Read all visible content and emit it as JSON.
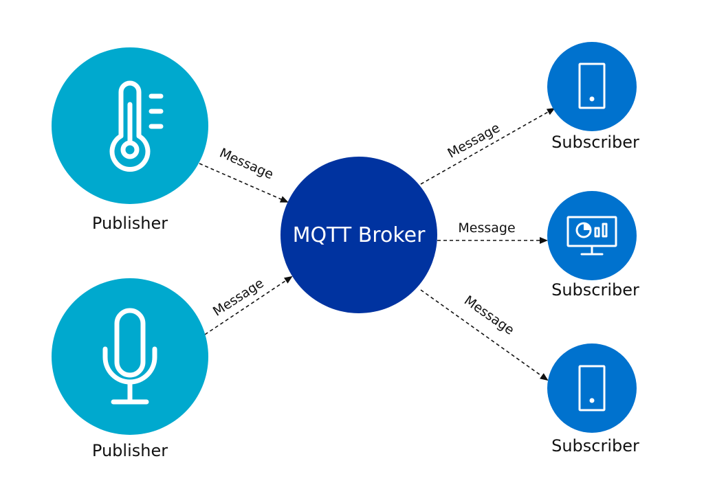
{
  "broker": {
    "label": "MQTT Broker",
    "color": "#0033a0"
  },
  "publishers": [
    {
      "label": "Publisher",
      "icon": "thermometer-icon",
      "color": "#00a9ce"
    },
    {
      "label": "Publisher",
      "icon": "microphone-icon",
      "color": "#00a9ce"
    }
  ],
  "subscribers": [
    {
      "label": "Subscriber",
      "icon": "smartphone-icon",
      "color": "#0072ce"
    },
    {
      "label": "Subscriber",
      "icon": "monitor-dashboard-icon",
      "color": "#0072ce"
    },
    {
      "label": "Subscriber",
      "icon": "smartphone-icon",
      "color": "#0072ce"
    }
  ],
  "edges": [
    {
      "label": "Message"
    },
    {
      "label": "Message"
    },
    {
      "label": "Message"
    },
    {
      "label": "Message"
    },
    {
      "label": "Message"
    }
  ]
}
